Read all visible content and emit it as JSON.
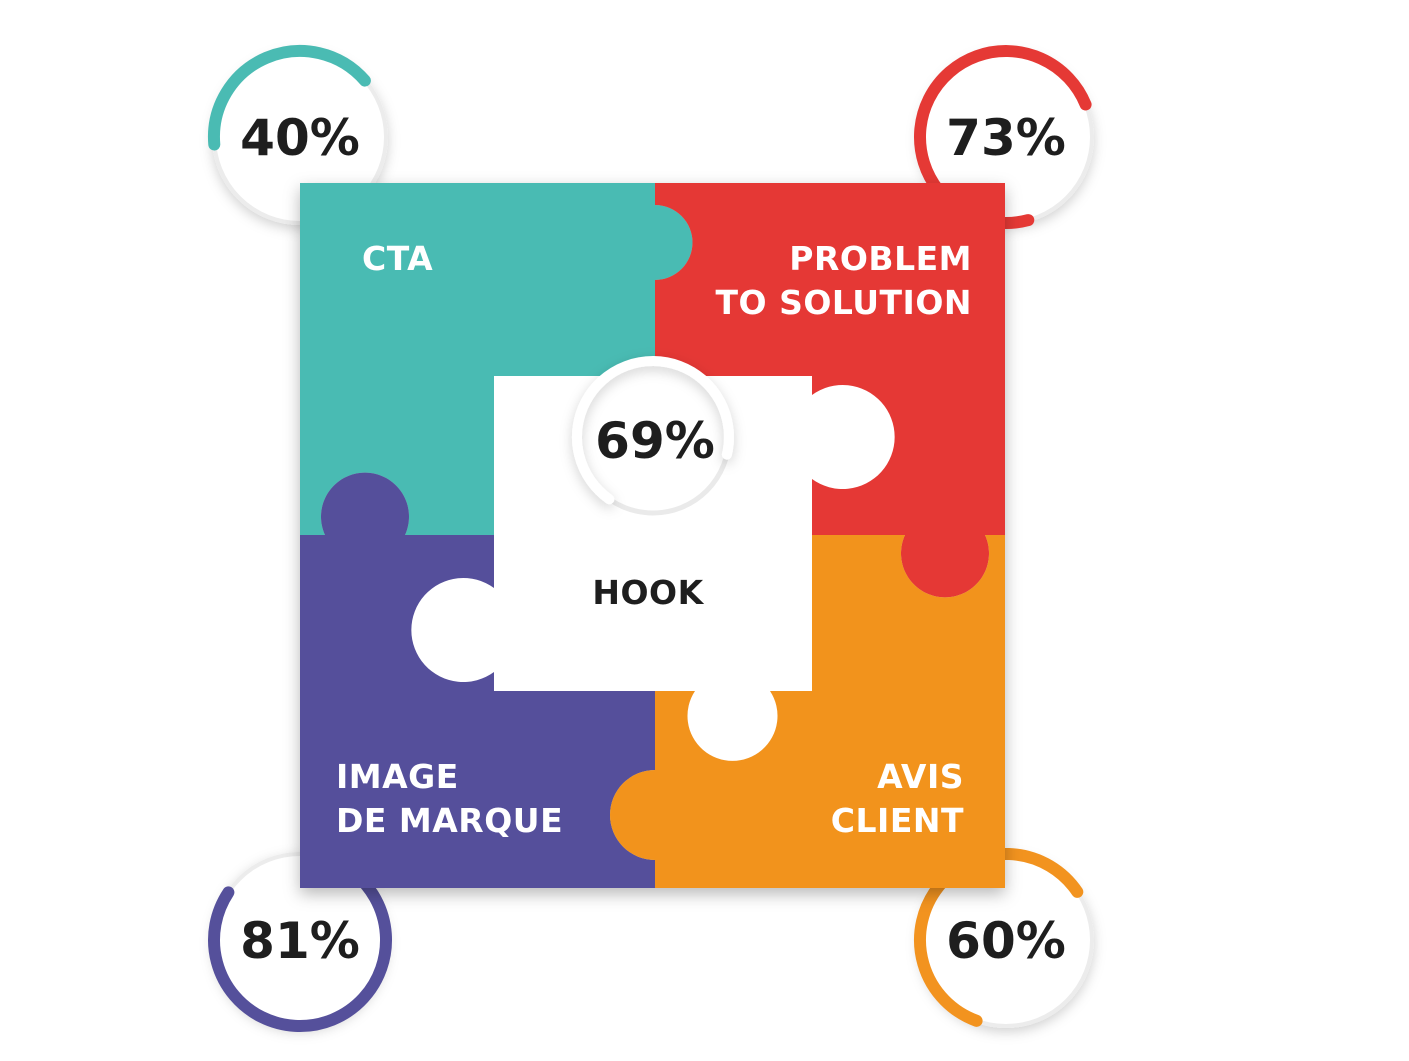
{
  "colors": {
    "teal": "#4ABBB3",
    "red": "#E53935",
    "purple": "#55509B",
    "orange": "#F2931F",
    "white": "#FFFFFF",
    "dark_text": "#1E1E1E",
    "light_text": "#FFFFFF"
  },
  "pieces": {
    "cta": {
      "line1": "CTA",
      "percent_label": "40%",
      "percent": 40
    },
    "problem": {
      "line1": "PROBLEM",
      "line2": "TO SOLUTION",
      "percent_label": "73%",
      "percent": 73
    },
    "image": {
      "line1": "IMAGE",
      "line2": "DE MARQUE",
      "percent_label": "81%",
      "percent": 81
    },
    "avis": {
      "line1": "AVIS",
      "line2": "CLIENT",
      "percent_label": "60%",
      "percent": 60
    },
    "hook": {
      "line1": "HOOK",
      "percent_label": "69%",
      "percent": 69
    }
  }
}
